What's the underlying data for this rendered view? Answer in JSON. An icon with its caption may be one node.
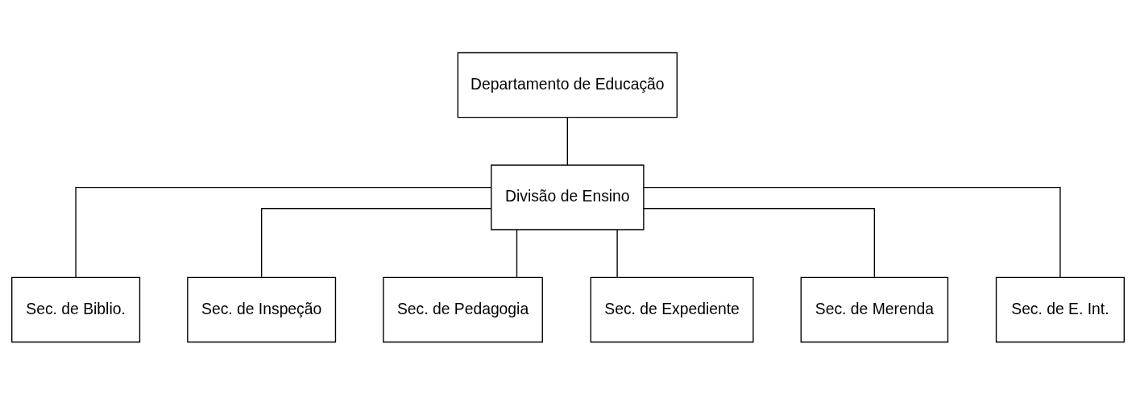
{
  "diagram": {
    "nodes": [
      {
        "text": [
          "Departamento de Educação"
        ]
      },
      {
        "text": [
          "Divisão de Ensino"
        ]
      },
      {
        "text": [
          "Sec. de Biblio."
        ]
      },
      {
        "text": [
          "Sec. de Inspeção"
        ]
      },
      {
        "text": [
          "Sec. de Pedagogia"
        ]
      },
      {
        "text": [
          "Sec. de Expediente"
        ]
      },
      {
        "text": [
          "Sec. de Merenda"
        ]
      },
      {
        "text": [
          "Sec. de E. Int."
        ]
      }
    ],
    "edges": [
      {
        "from": 0,
        "to": 1,
        "arrow": "none"
      },
      {
        "from": 1,
        "to": 2,
        "arrow": "none"
      },
      {
        "from": 1,
        "to": 3,
        "arrow": "none"
      },
      {
        "from": 1,
        "to": 4,
        "arrow": "none"
      },
      {
        "from": 1,
        "to": 5,
        "arrow": "none"
      },
      {
        "from": 1,
        "to": 6,
        "arrow": "none"
      },
      {
        "from": 1,
        "to": 7,
        "arrow": "none"
      }
    ]
  }
}
